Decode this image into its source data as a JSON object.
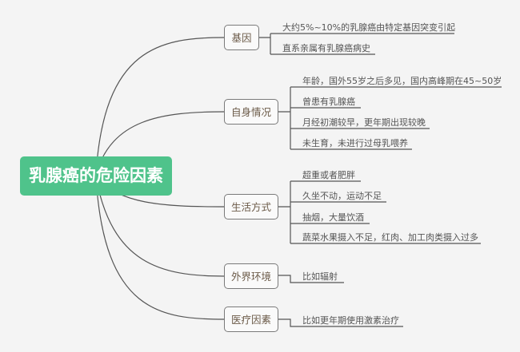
{
  "root": "乳腺癌的危险因素",
  "branches": [
    {
      "label": "基因",
      "leaves": [
        "大约5%~10%的乳腺癌由特定基因突变引起",
        "直系亲属有乳腺癌病史"
      ]
    },
    {
      "label": "自身情况",
      "leaves": [
        "年龄，国外55岁之后多见，国内高峰期在45~50岁",
        "曾患有乳腺癌",
        "月经初潮较早，更年期出现较晚",
        "未生育，未进行过母乳喂养"
      ]
    },
    {
      "label": "生活方式",
      "leaves": [
        "超重或者肥胖",
        "久坐不动，运动不足",
        "抽烟，大量饮酒",
        "蔬菜水果摄入不足，红肉、加工肉类摄入过多"
      ]
    },
    {
      "label": "外界环境",
      "leaves": [
        "比如辐射"
      ]
    },
    {
      "label": "医疗因素",
      "leaves": [
        "比如更年期使用激素治疗"
      ]
    }
  ],
  "colors": {
    "root": "#4fc38b",
    "line": "#555555"
  }
}
